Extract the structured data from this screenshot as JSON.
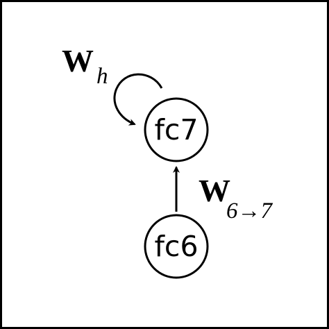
{
  "diagram": {
    "nodes": {
      "fc7": {
        "label": "fc7"
      },
      "fc6": {
        "label": "fc6"
      }
    },
    "edges": {
      "recurrent": {
        "symbol": "W",
        "subscript": "h"
      },
      "feedforward": {
        "symbol": "W",
        "subscript": "6→7"
      }
    }
  }
}
